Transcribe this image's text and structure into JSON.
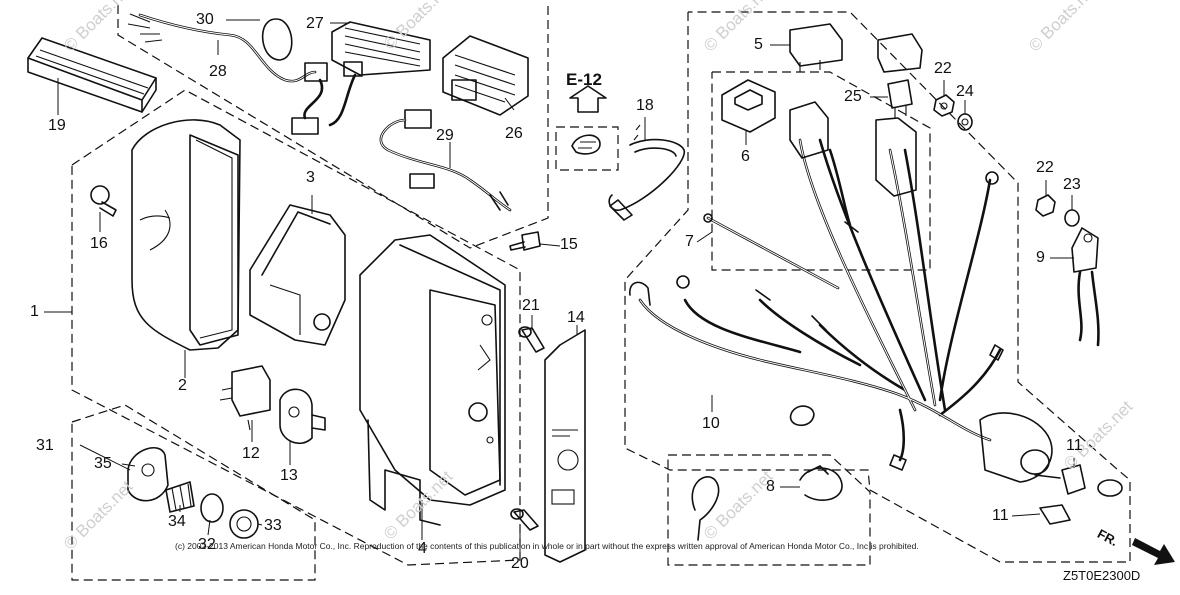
{
  "diagram": {
    "e12_label": "E-12",
    "direction_label": "FR.",
    "drawing_code": "Z5T0E2300D",
    "copyright": "(c) 2002-2013 American Honda Motor Co., Inc. Reproduction of the contents of this publication in whole or in part without the express written approval of American Honda Motor Co., Inc is prohibited.",
    "watermark": "© Boats.net",
    "callouts": {
      "c1": "1",
      "c2": "2",
      "c3": "3",
      "c4": "4",
      "c5": "5",
      "c6": "6",
      "c7": "7",
      "c8": "8",
      "c9": "9",
      "c10": "10",
      "c11a": "11",
      "c11b": "11",
      "c12": "12",
      "c13": "13",
      "c14": "14",
      "c15": "15",
      "c16": "16",
      "c18": "18",
      "c19": "19",
      "c20": "20",
      "c21": "21",
      "c22a": "22",
      "c22b": "22",
      "c23": "23",
      "c24": "24",
      "c25": "25",
      "c26": "26",
      "c27": "27",
      "c28": "28",
      "c29": "29",
      "c30": "30",
      "c31": "31",
      "c32": "32",
      "c33": "33",
      "c34": "34",
      "c35": "35"
    }
  }
}
